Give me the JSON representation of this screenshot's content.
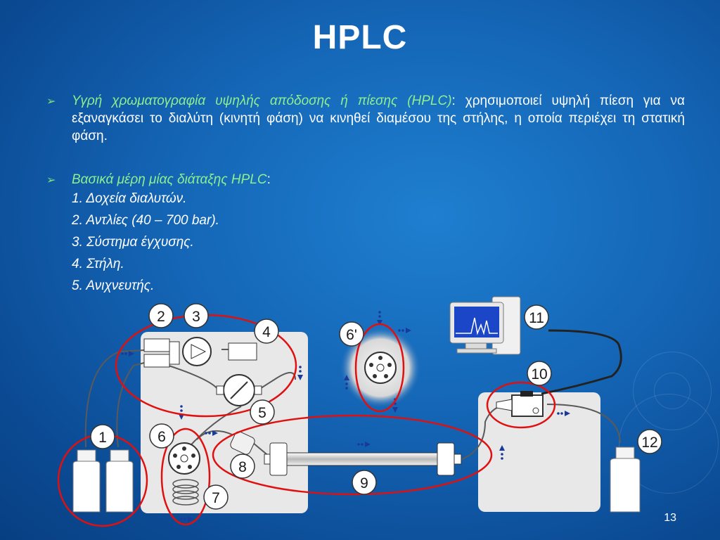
{
  "title": "HPLC",
  "bullets": [
    {
      "term": "Υγρή χρωματογραφία υψηλής απόδοσης ή πίεσης (HPLC)",
      "separator": ":",
      "text": " χρησιμοποιεί υψηλή πίεση για να εξαναγκάσει το διαλύτη (κινητή φάση) να κινηθεί διαμέσου της στήλης, η οποία περιέχει τη στατική φάση."
    },
    {
      "term": "Βασικά μέρη μίας διάταξης HPLC",
      "separator": ":"
    }
  ],
  "parts": [
    "1. Δοχεία διαλυτών.",
    "2. Αντλίες (40 – 700 bar).",
    "3. Σύστημα έγχυσης.",
    "4. Στήλη.",
    "5. Ανιχνευτής."
  ],
  "diagram_numbers": [
    "1",
    "2",
    "3",
    "4",
    "5",
    "6",
    "6'",
    "7",
    "8",
    "9",
    "10",
    "11",
    "12"
  ],
  "bullet_glyph": "➢",
  "page_number": "13",
  "colors": {
    "highlight": "#8df08d",
    "circle_red": "#e01010",
    "panel": "#e8e8e8",
    "arrow": "#1a3a9a"
  }
}
